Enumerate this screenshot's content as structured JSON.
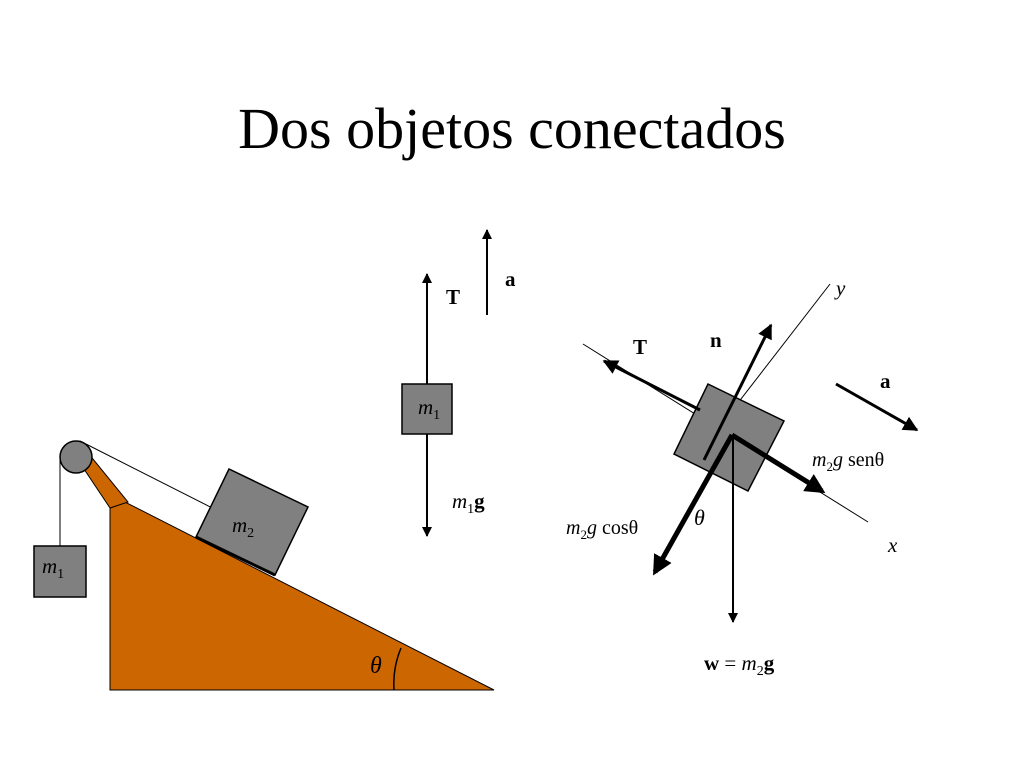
{
  "title": "Dos objetos conectados",
  "colors": {
    "incline": "#cc6600",
    "block": "#808080",
    "line": "#000000"
  },
  "incline_scene": {
    "block_hanging": {
      "symbol": "m",
      "sub": "1"
    },
    "block_on_ramp": {
      "symbol": "m",
      "sub": "2"
    },
    "angle_label": "θ"
  },
  "fbd_m1": {
    "block": {
      "symbol": "m",
      "sub": "1"
    },
    "tension_label": "T",
    "accel_label": "a",
    "weight": {
      "symbol": "m",
      "sub": "1",
      "vec": "g"
    }
  },
  "fbd_m2": {
    "axis_y": "y",
    "axis_x": "x",
    "tension_label": "T",
    "normal_label": "n",
    "accel_label": "a",
    "parallel": {
      "symbol": "m",
      "sub": "2",
      "g": "g",
      "fn": "senθ"
    },
    "perp": {
      "symbol": "m",
      "sub": "2",
      "g": "g",
      "fn": "cosθ"
    },
    "angle_label": "θ",
    "weight": {
      "lhs": "w",
      "eq": "=",
      "symbol": "m",
      "sub": "2",
      "vec": "g"
    }
  }
}
